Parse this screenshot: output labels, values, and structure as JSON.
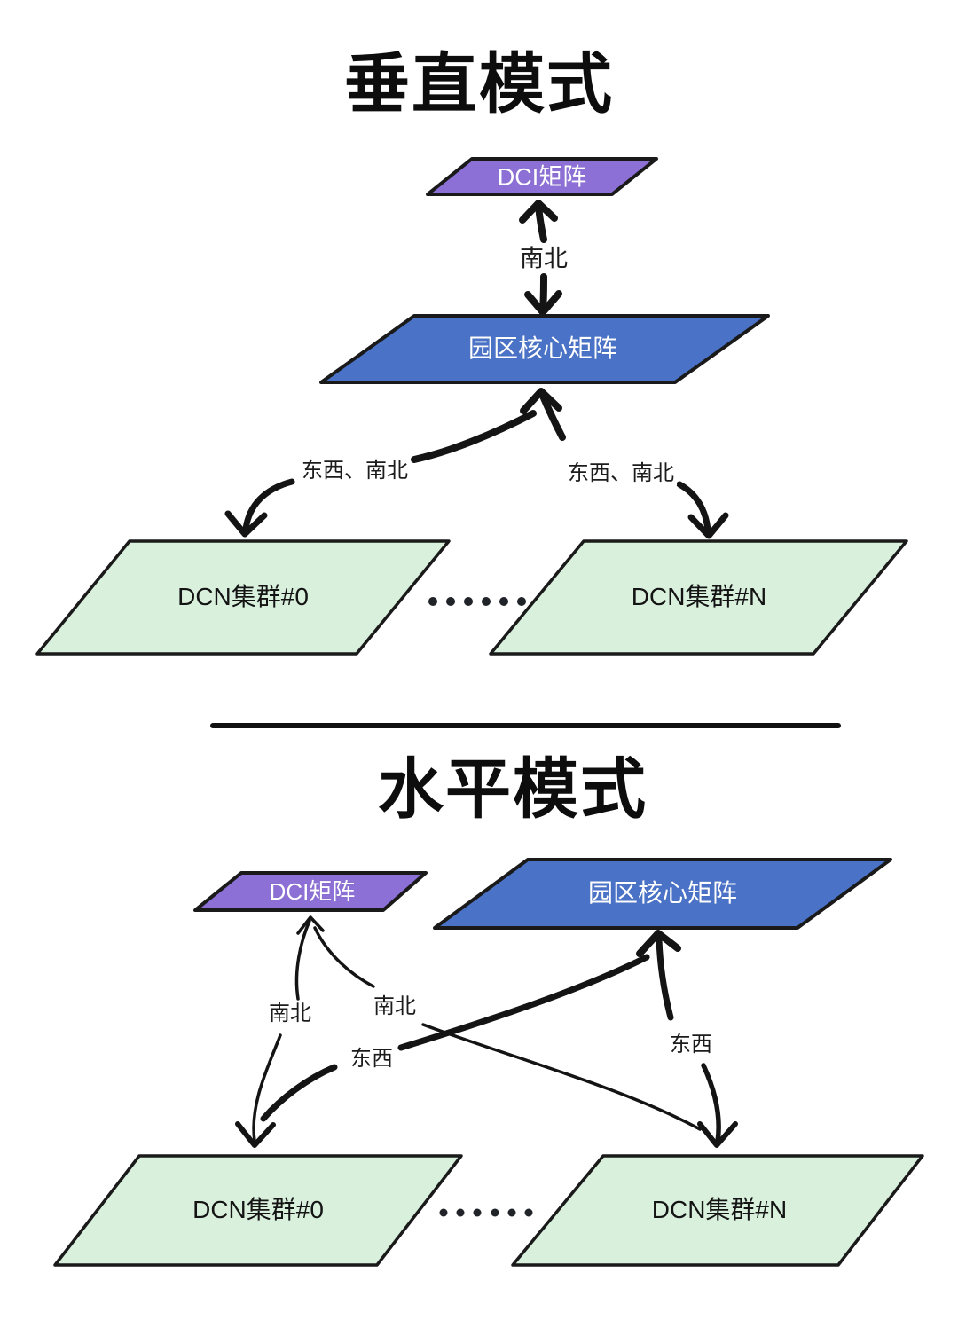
{
  "colors": {
    "purple": "#8c70d6",
    "blue": "#4a73c8",
    "green": "#d9f0dd",
    "line": "#1a1a1a"
  },
  "vertical": {
    "title": "垂直模式",
    "nodes": {
      "dci": "DCI矩阵",
      "core": "园区核心矩阵",
      "dcn_first": "DCN集群#0",
      "dcn_last": "DCN集群#N"
    },
    "labels": {
      "north_south": "南北",
      "ew_ns_left": "东西、南北",
      "ew_ns_right": "东西、南北"
    }
  },
  "horizontal": {
    "title": "水平模式",
    "nodes": {
      "dci": "DCI矩阵",
      "core": "园区核心矩阵",
      "dcn_first": "DCN集群#0",
      "dcn_last": "DCN集群#N"
    },
    "labels": {
      "ns_left": "南北",
      "ns_mid": "南北",
      "ew_mid": "东西",
      "ew_right": "东西"
    }
  }
}
